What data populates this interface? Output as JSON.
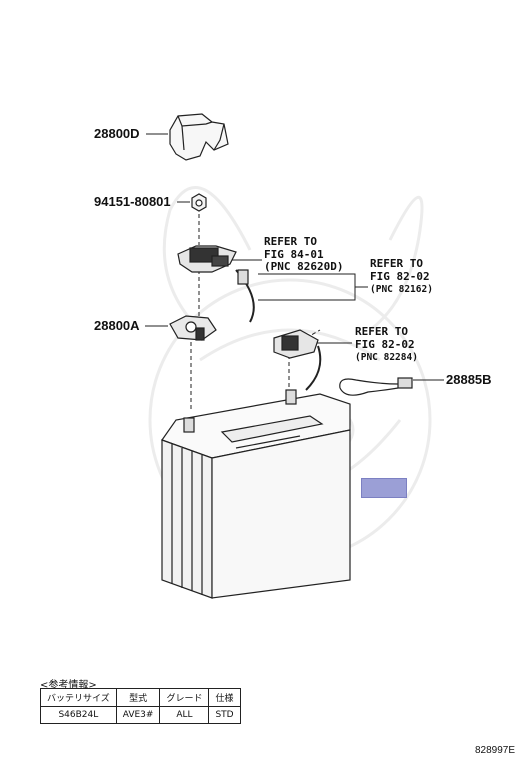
{
  "parts": {
    "p28800D": "28800D",
    "p94151": "94151-80801",
    "p28800A": "28800A",
    "p28885B": "28885B"
  },
  "refs": {
    "ref1": {
      "line1": "REFER TO",
      "line2": "FIG 84-01",
      "line3": "(PNC 82620D)"
    },
    "ref2": {
      "line1": "REFER TO",
      "line2": "FIG 82-02",
      "line3": "(PNC 82162)"
    },
    "ref3": {
      "line1": "REFER TO",
      "line2": "FIG 82-02",
      "line3": "(PNC 82284)"
    }
  },
  "info": {
    "title": "<参考情報>",
    "headers": [
      "バッテリサイズ",
      "型式",
      "グレード",
      "仕様"
    ],
    "row": [
      "S46B24L",
      "AVE3#",
      "ALL",
      "STD"
    ]
  },
  "figure_number": "828997E",
  "colors": {
    "hotspot": "#9b9fd6",
    "line": "#222222"
  }
}
